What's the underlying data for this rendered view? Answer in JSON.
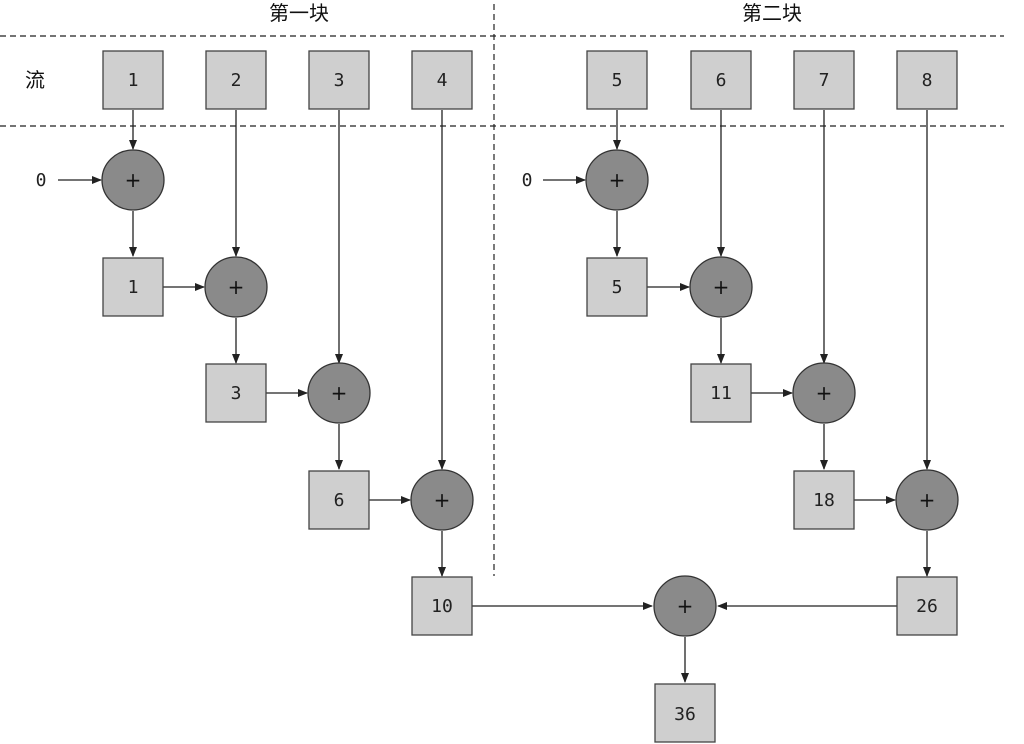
{
  "headers": {
    "block1": "第一块",
    "block2": "第二块"
  },
  "row_label": "流",
  "stream": [
    "1",
    "2",
    "3",
    "4",
    "5",
    "6",
    "7",
    "8"
  ],
  "seeds": [
    "0",
    "0"
  ],
  "block1_partials": [
    "1",
    "3",
    "6",
    "10"
  ],
  "block2_partials": [
    "5",
    "11",
    "18",
    "26"
  ],
  "result": "36",
  "op_symbol": "+"
}
